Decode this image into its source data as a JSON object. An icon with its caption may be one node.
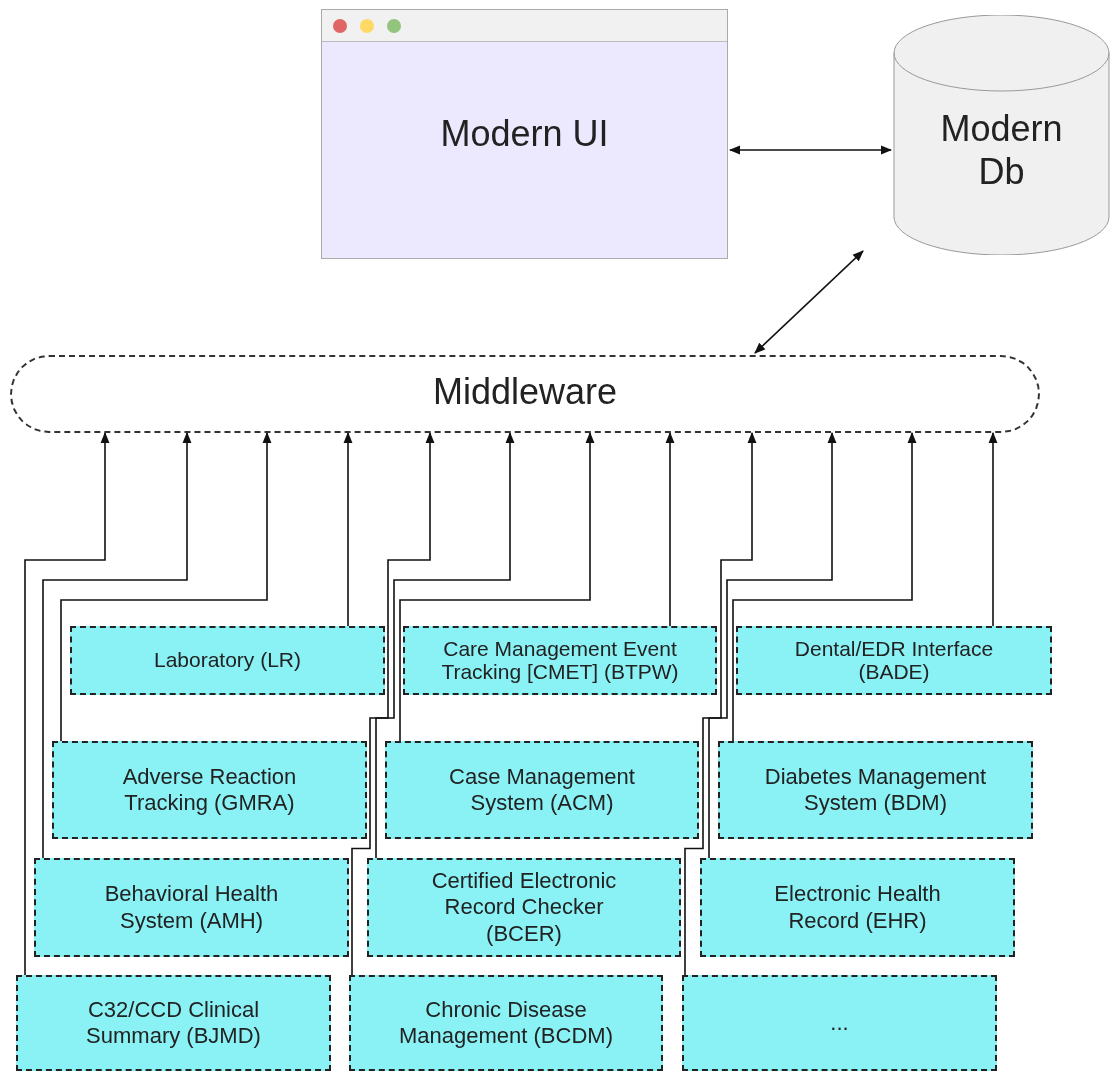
{
  "diagram": {
    "nodes": [
      {
        "text": [
          "Modern UI"
        ]
      },
      {
        "text": [
          "Modern Db"
        ]
      },
      {
        "text": [
          "Middleware"
        ]
      },
      {
        "text": [
          "Laboratory (LR)"
        ]
      },
      {
        "text": [
          "Care Management Event Tracking [CMET] (BTPW)"
        ]
      },
      {
        "text": [
          "Dental/EDR Interface (BADE)"
        ]
      },
      {
        "text": [
          "Adverse Reaction Tracking (GMRA)"
        ]
      },
      {
        "text": [
          "Case Management System (ACM)"
        ]
      },
      {
        "text": [
          "Diabetes Management System (BDM)"
        ]
      },
      {
        "text": [
          "Behavioral Health System (AMH)"
        ]
      },
      {
        "text": [
          "Certified Electronic Record Checker (BCER)"
        ]
      },
      {
        "text": [
          "Electronic Health Record (EHR)"
        ]
      },
      {
        "text": [
          "C32/CCD Clinical Summary (BJMD)"
        ]
      },
      {
        "text": [
          "Chronic Disease Management (BCDM)"
        ]
      },
      {
        "text": [
          "..."
        ]
      }
    ],
    "edges": [
      {
        "from": 0,
        "to": 1,
        "arrow": "both"
      },
      {
        "from": 2,
        "to": 1,
        "arrow": "both"
      },
      {
        "from": 12,
        "to": 2,
        "arrow": "to"
      },
      {
        "from": 9,
        "to": 2,
        "arrow": "to"
      },
      {
        "from": 6,
        "to": 2,
        "arrow": "to"
      },
      {
        "from": 3,
        "to": 2,
        "arrow": "to"
      },
      {
        "from": 13,
        "to": 2,
        "arrow": "to"
      },
      {
        "from": 10,
        "to": 2,
        "arrow": "to"
      },
      {
        "from": 7,
        "to": 2,
        "arrow": "to"
      },
      {
        "from": 4,
        "to": 2,
        "arrow": "to"
      },
      {
        "from": 14,
        "to": 2,
        "arrow": "to"
      },
      {
        "from": 11,
        "to": 2,
        "arrow": "to"
      },
      {
        "from": 8,
        "to": 2,
        "arrow": "to"
      },
      {
        "from": 5,
        "to": 2,
        "arrow": "to"
      }
    ]
  }
}
